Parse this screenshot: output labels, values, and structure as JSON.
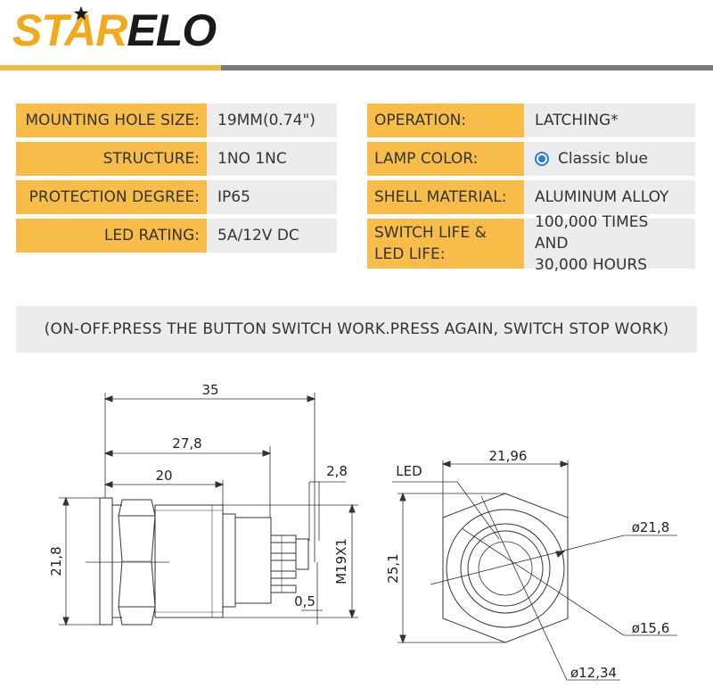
{
  "brand": {
    "part1": "STAR",
    "part2": "ELO"
  },
  "specs_left": [
    {
      "label": "MOUNTING HOLE SIZE:",
      "value": "19MM(0.74\")"
    },
    {
      "label": "STRUCTURE:",
      "value": "1NO 1NC"
    },
    {
      "label": "PROTECTION DEGREE:",
      "value": "IP65"
    },
    {
      "label": "LED RATING:",
      "value": "5A/12V DC"
    }
  ],
  "specs_right": [
    {
      "label": "OPERATION:",
      "value": "LATCHING*"
    },
    {
      "label": "LAMP COLOR:",
      "value": "Classic blue"
    },
    {
      "label": "SHELL MATERIAL:",
      "value": "ALUMINUM ALLOY"
    },
    {
      "label_line1": "SWITCH LIFE &",
      "label_line2": "LED LIFE:",
      "value_line1": "100,000 TIMES AND",
      "value_line2": "30,000 HOURS"
    }
  ],
  "note": "(ON-OFF.PRESS THE BUTTON SWITCH WORK.PRESS AGAIN, SWITCH STOP WORK)",
  "dimensions": {
    "total_length": "35",
    "body_length": "27,8",
    "head_length": "20",
    "terminal_width": "2,8",
    "terminal_gap": "0,5",
    "thread": "M19X1",
    "head_diameter": "21,8",
    "hex_flat": "21,96",
    "hex_height": "25,1",
    "led_label": "LED",
    "outer_ring": "ø21,8",
    "inner_ring": "ø15,6",
    "button_diameter": "ø12,34"
  },
  "colors": {
    "label_bg": "#f7bd48",
    "value_bg": "#ececec",
    "accent_orange": "#f5b941",
    "bar_gray": "#7a7a7a",
    "lamp_blue": "#2b7bd8"
  }
}
